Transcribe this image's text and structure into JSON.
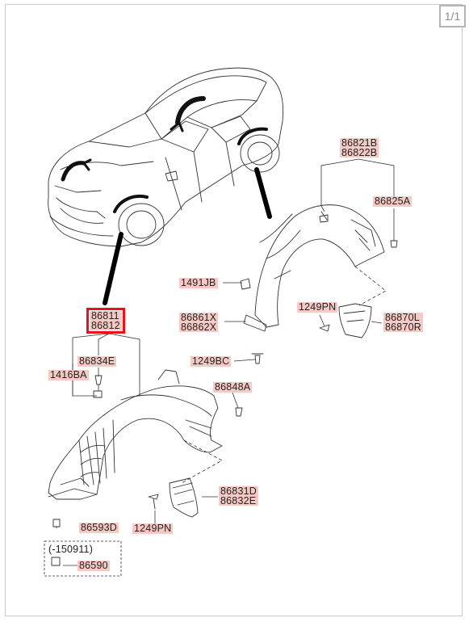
{
  "page_indicator": "1/1",
  "colors": {
    "label_highlight": "#f6c9c4",
    "selected_outline": "#e8101d",
    "line": "#333333"
  },
  "labels": {
    "p86811": "86811",
    "p86812": "86812",
    "p86834E": "86834E",
    "p1416BA": "1416BA",
    "p86848A": "86848A",
    "p86831D": "86831D",
    "p86832E": "86832E",
    "p1249PN_front": "1249PN",
    "p86593D": "86593D",
    "note_range": "(-150911)",
    "p86590": "86590",
    "p86821B": "86821B",
    "p86822B": "86822B",
    "p86825A": "86825A",
    "p1491JB": "1491JB",
    "p86861X": "86861X",
    "p86862X": "86862X",
    "p1249BC": "1249BC",
    "p1249PN_rear": "1249PN",
    "p86870L": "86870L",
    "p86870R": "86870R"
  }
}
